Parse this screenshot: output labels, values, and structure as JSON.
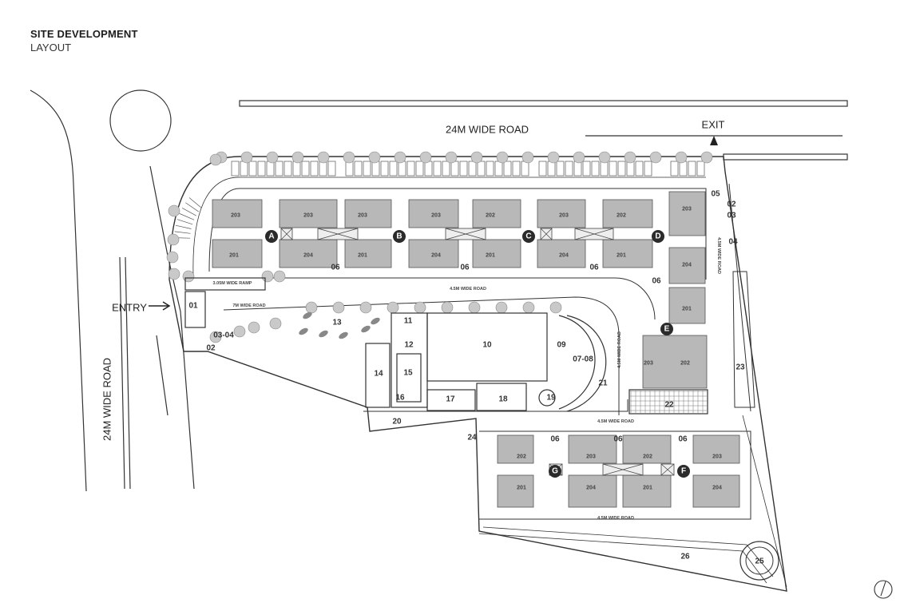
{
  "header": {
    "line1": "SITE DEVELOPMENT",
    "line2": "LAYOUT"
  },
  "roads": {
    "north": "24M WIDE ROAD",
    "west": "24M WIDE ROAD",
    "internal_top": "4.5M WIDE ROAD",
    "internal_east": "4.5M WIDE ROAD",
    "internal_mid": "4.5M WIDE ROAD",
    "internal_bottom": "4.5M WIDE ROAD",
    "internal_vertical": "4.5M WIDE ROAD",
    "seven_m": "7M WIDE ROAD",
    "ramp": "3.05M WIDE RAMP"
  },
  "markers": {
    "entry": "ENTRY",
    "exit": "EXIT"
  },
  "towers": {
    "A": "A",
    "B": "B",
    "C": "C",
    "D": "D",
    "E": "E",
    "F": "F",
    "G": "G"
  },
  "units": {
    "u201": "201",
    "u202": "202",
    "u203": "203",
    "u204": "204"
  },
  "amenities": {
    "a01": "01",
    "a02": "02",
    "a03": "03",
    "a0304": "03-04",
    "a04": "04",
    "a05": "05",
    "a06": "06",
    "a0708": "07-08",
    "a09": "09",
    "a10": "10",
    "a11": "11",
    "a12": "12",
    "a13": "13",
    "a14": "14",
    "a15": "15",
    "a16": "16",
    "a17": "17",
    "a18": "18",
    "a19": "19",
    "a20": "20",
    "a21": "21",
    "a22": "22",
    "a23": "23",
    "a24": "24",
    "a25": "25",
    "a26": "26"
  },
  "colors": {
    "building": "#b8b8b8",
    "building_dark": "#9a9a9a",
    "line": "#333333",
    "tree": "#a9a9a9",
    "tag": "#2b2b2b"
  }
}
